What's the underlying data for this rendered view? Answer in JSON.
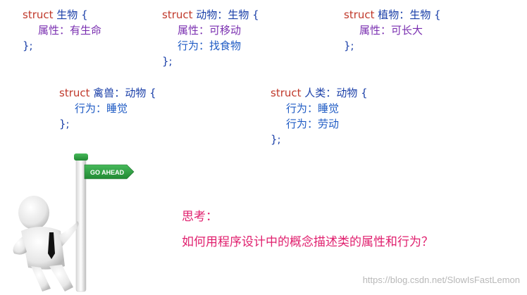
{
  "blocks": [
    {
      "kw": "struct",
      "name": "生物",
      "open": "{",
      "lines": [
        "属性：有生命"
      ],
      "close": "};"
    },
    {
      "kw": "struct",
      "name": "动物",
      "sep": "：",
      "parent": "生物",
      "open": "{",
      "lines": [
        "属性：可移动",
        "行为：找食物"
      ],
      "close": "};"
    },
    {
      "kw": "struct",
      "name": "植物",
      "sep": "：",
      "parent": "生物",
      "open": "{",
      "lines": [
        "属性：可长大"
      ],
      "close": "};"
    },
    {
      "kw": "struct",
      "name": "禽兽",
      "sep": "：",
      "parent": "动物",
      "open": "{",
      "lines": [
        "行为：睡觉"
      ],
      "close": "};"
    },
    {
      "kw": "struct",
      "name": "人类",
      "sep": "：",
      "parent": "动物",
      "open": "{",
      "lines": [
        "行为：睡觉",
        "行为：劳动"
      ],
      "close": "};"
    }
  ],
  "sign": {
    "text": "GO AHEAD"
  },
  "thinking": {
    "title": "思考：",
    "question": "如何用程序设计中的概念描述类的属性和行为？"
  },
  "watermark": "https://blog.csdn.net/SlowIsFastLemon",
  "colors": {
    "keyword": "#c0392b",
    "name": "#1a3fa8",
    "member": "#7a2fb0",
    "thinking": "#e0206e",
    "sign_green": "#2e9b3f"
  },
  "icons": [
    "person-figure-icon",
    "signpost-icon"
  ]
}
